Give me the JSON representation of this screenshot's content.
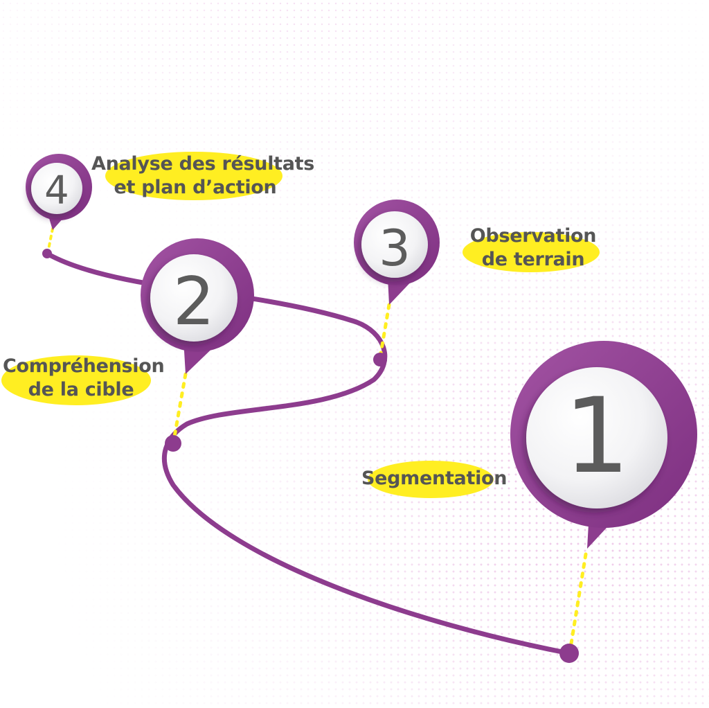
{
  "colors": {
    "accent_purple": "#8d3c8e",
    "highlight_yellow": "#ffee22",
    "text_gray": "#555555",
    "number_gray": "#5c5c5c"
  },
  "steps": [
    {
      "number": "1",
      "label_lines": [
        "Segmentation"
      ]
    },
    {
      "number": "2",
      "label_lines": [
        "Compréhension",
        "de la cible"
      ]
    },
    {
      "number": "3",
      "label_lines": [
        "Observation",
        "de terrain"
      ]
    },
    {
      "number": "4",
      "label_lines": [
        "Analyse des résultats",
        "et plan d’action"
      ]
    }
  ]
}
